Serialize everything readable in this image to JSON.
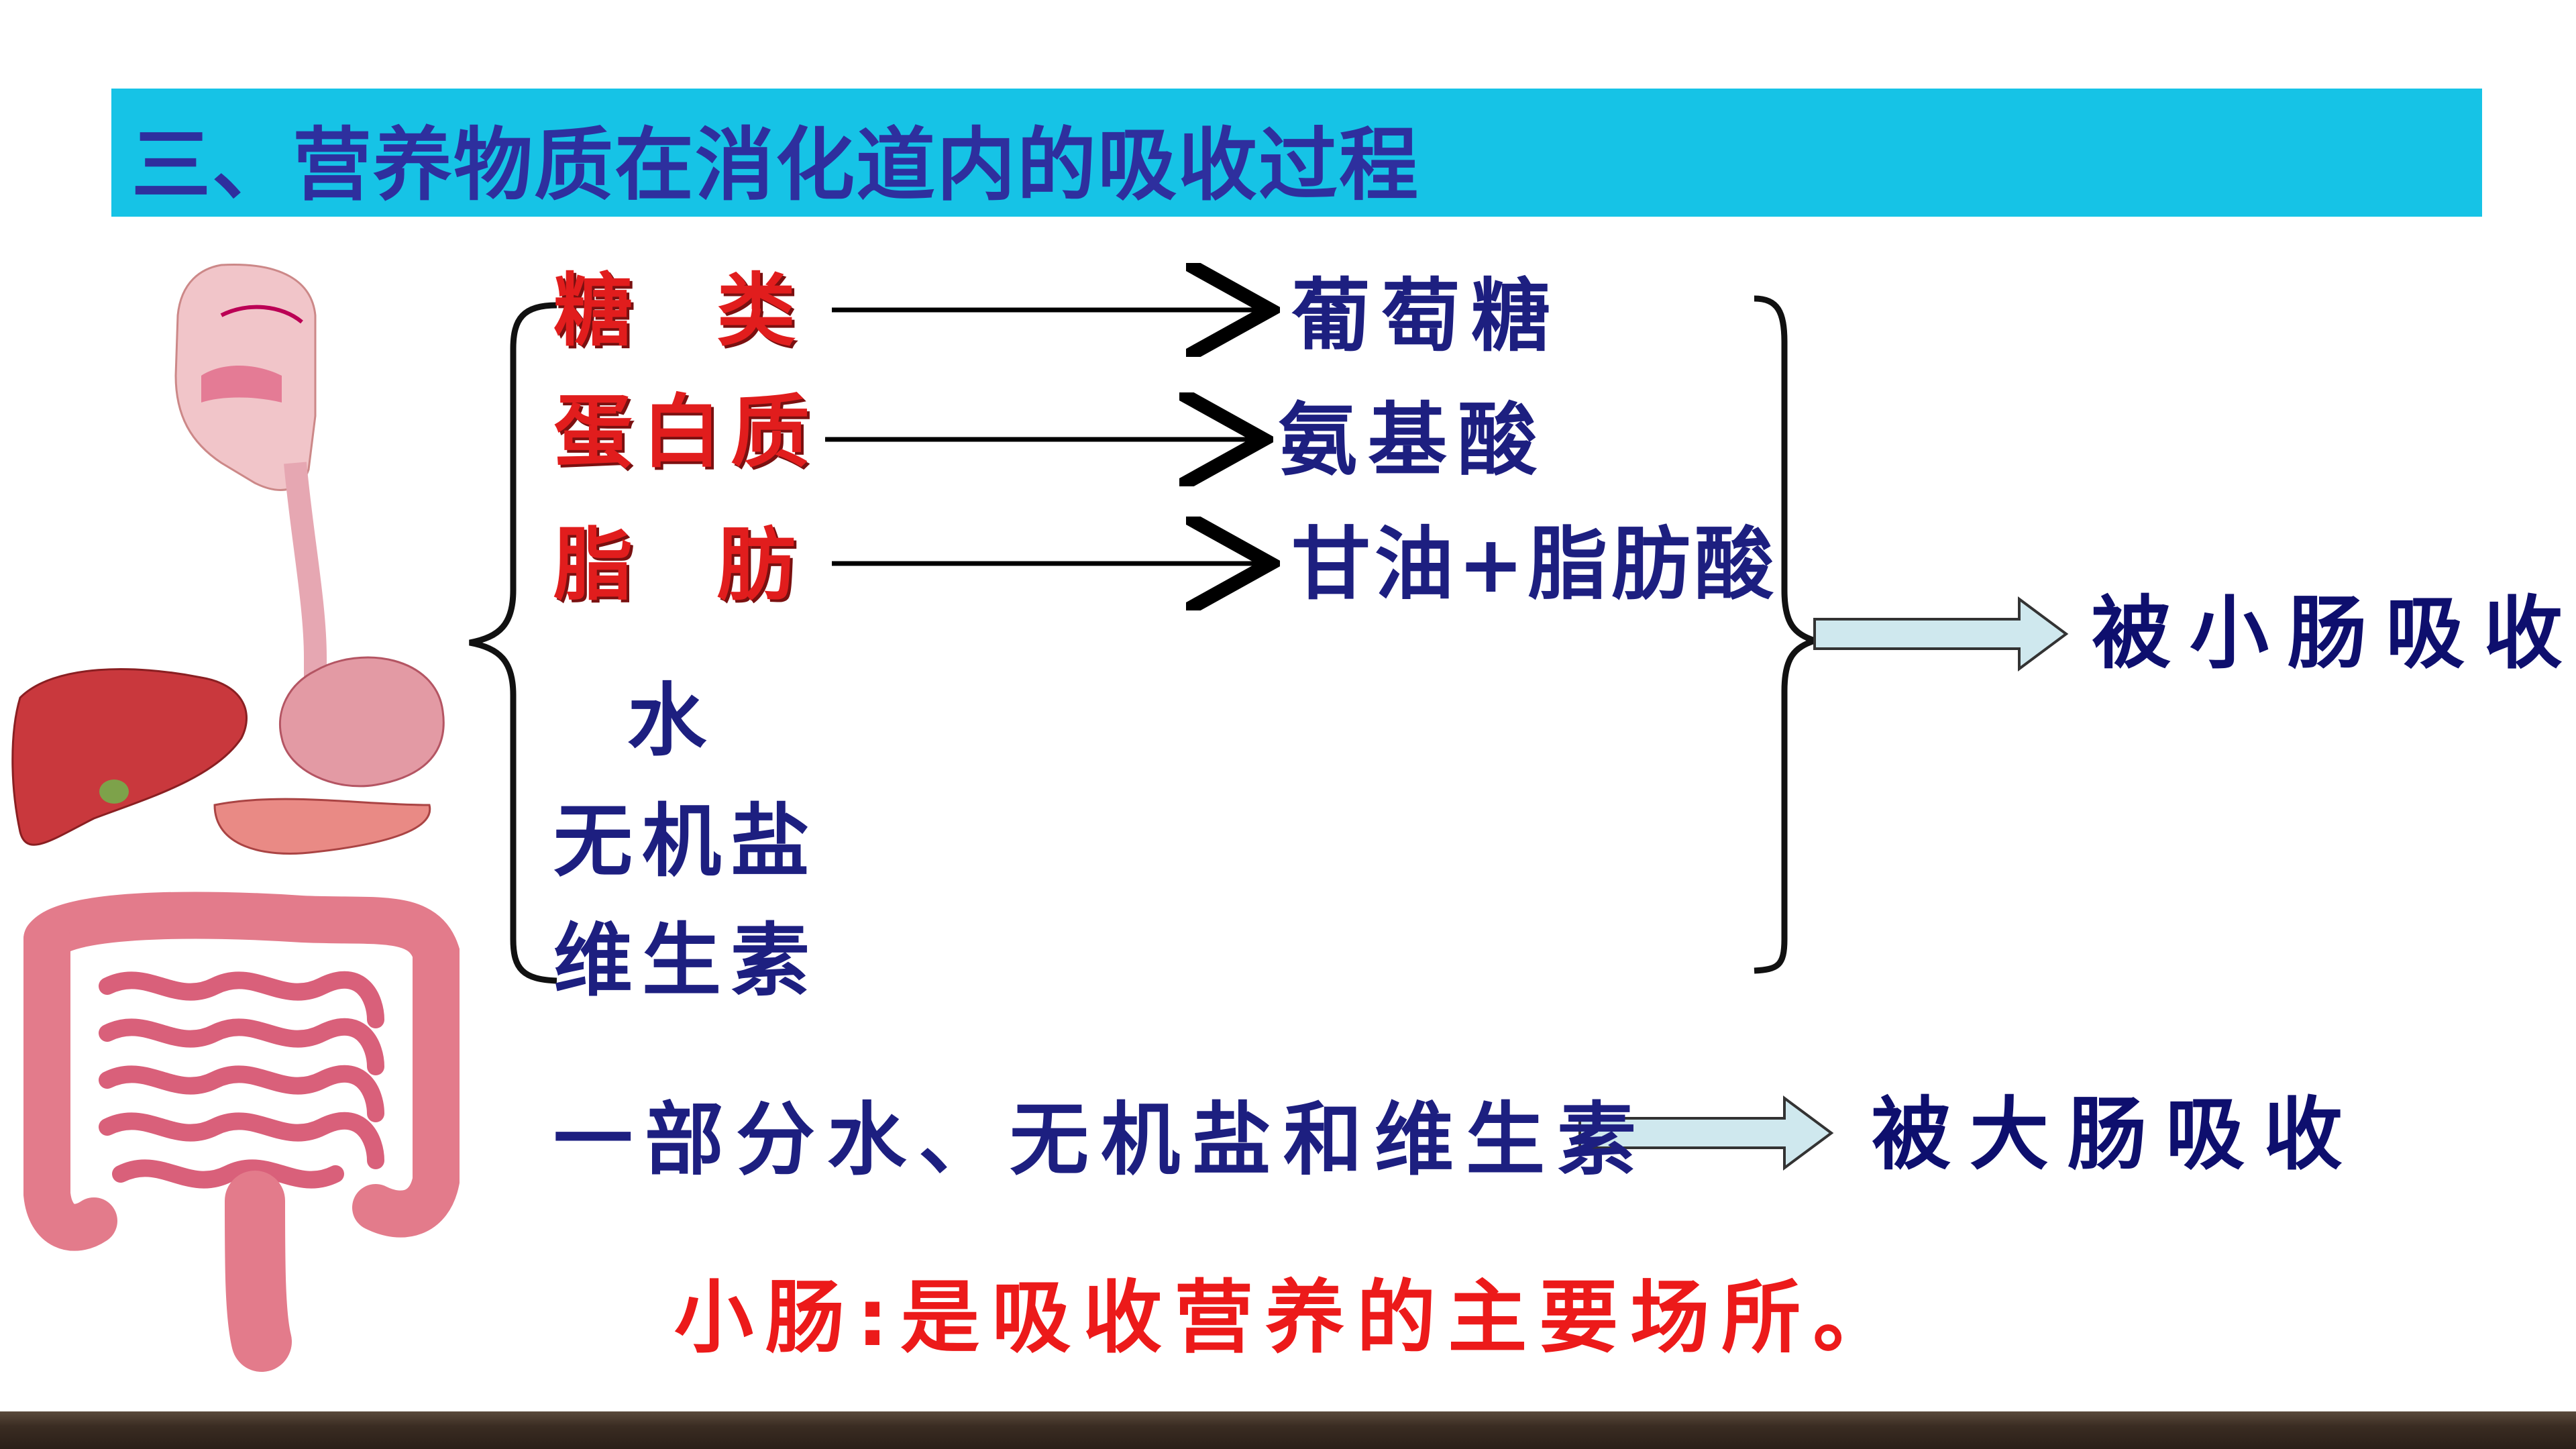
{
  "header": {
    "title": "三、营养物质在消化道内的吸收过程"
  },
  "nutrients": [
    {
      "name": "糖  类",
      "product": "葡萄糖"
    },
    {
      "name": "蛋白质",
      "product": "氨基酸"
    },
    {
      "name": "脂  肪",
      "product": "甘油+脂肪酸"
    }
  ],
  "direct": [
    "水",
    "无机盐",
    "维生素"
  ],
  "small_intestine_result": "被小肠吸收",
  "large_intestine_line": {
    "source": "一部分水、无机盐和维生素",
    "result": "被大肠吸收"
  },
  "conclusion": "小肠:是吸收营养的主要场所。",
  "illustration": {
    "name": "digestive-system-illustration"
  },
  "colors": {
    "title_bg": "#16c3e6",
    "title_text": "#2e2f9e",
    "nutrient_red": "#e11d1d",
    "navy": "#1d1f80",
    "arrow_fill": "#cfe8ee"
  }
}
